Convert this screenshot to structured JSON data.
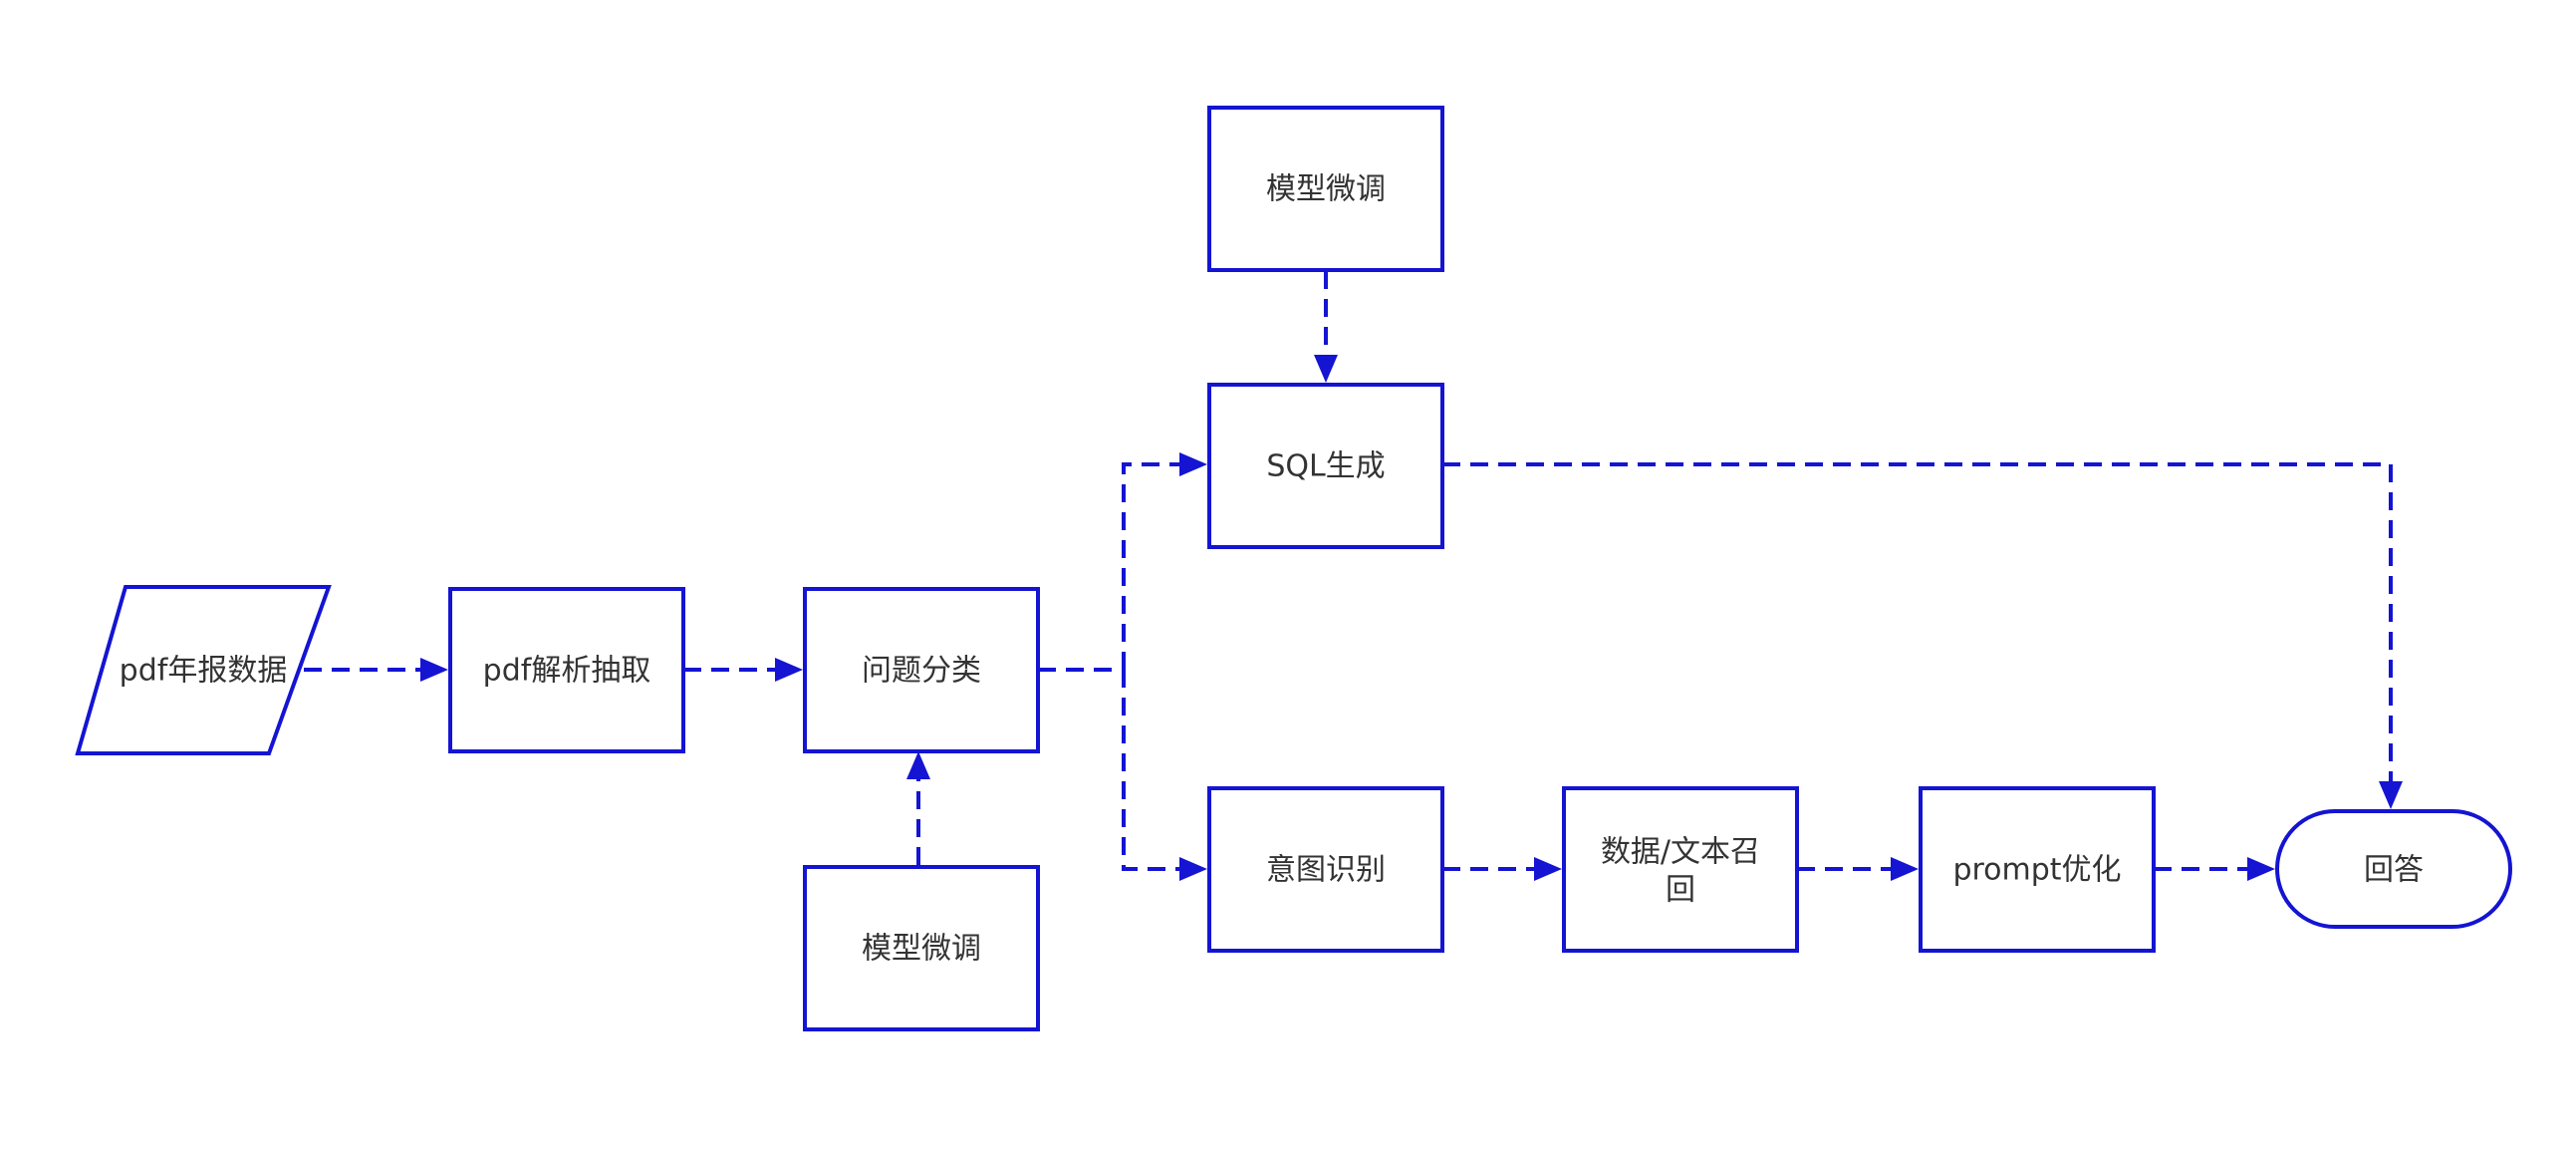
{
  "colors": {
    "stroke": "#1414d2",
    "text": "#333333",
    "background": "#ffffff"
  },
  "nodes": {
    "pdf_data": "pdf年报数据",
    "pdf_parse": "pdf解析抽取",
    "question_classify": "问题分类",
    "finetune_bottom": "模型微调",
    "finetune_top": "模型微调",
    "sql_gen": "SQL生成",
    "intent": "意图识别",
    "recall_line1": "数据/文本召",
    "recall_line2": "回",
    "prompt_opt": "prompt优化",
    "answer": "回答"
  },
  "edges": [
    {
      "from": "pdf_data",
      "to": "pdf_parse"
    },
    {
      "from": "pdf_parse",
      "to": "question_classify"
    },
    {
      "from": "finetune_bottom",
      "to": "question_classify"
    },
    {
      "from": "question_classify",
      "to": "sql_gen"
    },
    {
      "from": "question_classify",
      "to": "intent"
    },
    {
      "from": "finetune_top",
      "to": "sql_gen"
    },
    {
      "from": "sql_gen",
      "to": "answer"
    },
    {
      "from": "intent",
      "to": "recall"
    },
    {
      "from": "recall",
      "to": "prompt_opt"
    },
    {
      "from": "prompt_opt",
      "to": "answer"
    }
  ]
}
